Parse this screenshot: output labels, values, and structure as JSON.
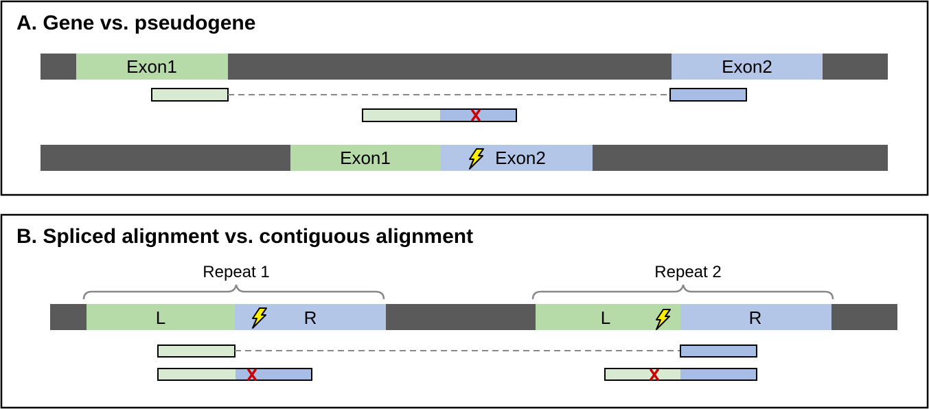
{
  "colors": {
    "intron": "#5a5a5a",
    "exon1": "#b6daa8",
    "exon2": "#b3c6e7",
    "read_light_green": "#d9ead3",
    "read_blue": "#a8bde6",
    "mismatch": "#cc0000",
    "lightning_fill": "#ffee00",
    "dashed_line": "#888888",
    "panel_border": "#000000"
  },
  "icons": {
    "lightning": "lightning-bolt-icon",
    "mismatch": "mismatch-x-icon"
  },
  "panel_a": {
    "title": "A. Gene vs. pseudogene",
    "gene": {
      "exon1_label": "Exon1",
      "exon2_label": "Exon2"
    },
    "pseudogene": {
      "exon1_label": "Exon1",
      "exon2_label": "Exon2"
    }
  },
  "panel_b": {
    "title": "B. Spliced alignment vs. contiguous alignment",
    "repeat1": {
      "label": "Repeat 1",
      "left_label": "L",
      "right_label": "R"
    },
    "repeat2": {
      "label": "Repeat 2",
      "left_label": "L",
      "right_label": "R"
    }
  }
}
